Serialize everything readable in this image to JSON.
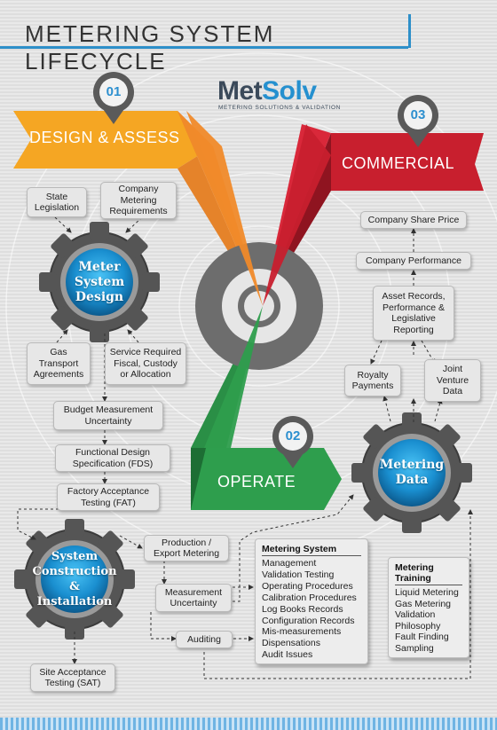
{
  "title": "METERING SYSTEM LIFECYCLE",
  "logo": {
    "brand_a": "Met",
    "brand_b": "Solv",
    "tagline": "METERING SOLUTIONS & VALIDATION"
  },
  "stages": [
    {
      "number": "01",
      "label": "DESIGN & ASSESS",
      "color": "#f5a623"
    },
    {
      "number": "02",
      "label": "OPERATE",
      "color": "#2e9e4d"
    },
    {
      "number": "03",
      "label": "COMMERCIAL",
      "color": "#c81f2e"
    }
  ],
  "gears": {
    "meter_design": "Meter System Design",
    "construction": "System Construction & Installation",
    "metering_data": "Metering Data"
  },
  "boxes": {
    "state_legislation": "State Legislation",
    "company_requirements": "Company Metering Requirements",
    "gas_transport": "Gas Transport Agreements",
    "service_required": "Service Required Fiscal, Custody or Allocation",
    "budget_uncertainty": "Budget Measurement Uncertainty",
    "fds": "Functional Design Specification (FDS)",
    "fat": "Factory Acceptance Testing (FAT)",
    "production": "Production / Export Metering",
    "measurement_uncertainty": "Measurement Uncertainty",
    "auditing": "Auditing",
    "sat": "Site Acceptance Testing (SAT)",
    "share_price": "Company Share Price",
    "performance": "Company Performance",
    "asset_records": "Asset Records, Performance & Legislative Reporting",
    "royalty": "Royalty Payments",
    "joint_venture": "Joint Venture Data"
  },
  "metering_system": {
    "heading": "Metering System",
    "items": [
      "Management",
      "Validation Testing",
      "Operating Procedures",
      "Calibration Procedures",
      "Log Books Records",
      "Configuration Records",
      "Mis-measurements",
      "Dispensations",
      "Audit Issues"
    ]
  },
  "metering_training": {
    "heading": "Metering Training",
    "items": [
      "Liquid Metering",
      "Gas Metering",
      "Validation Philosophy",
      "Fault Finding",
      "Sampling"
    ]
  }
}
